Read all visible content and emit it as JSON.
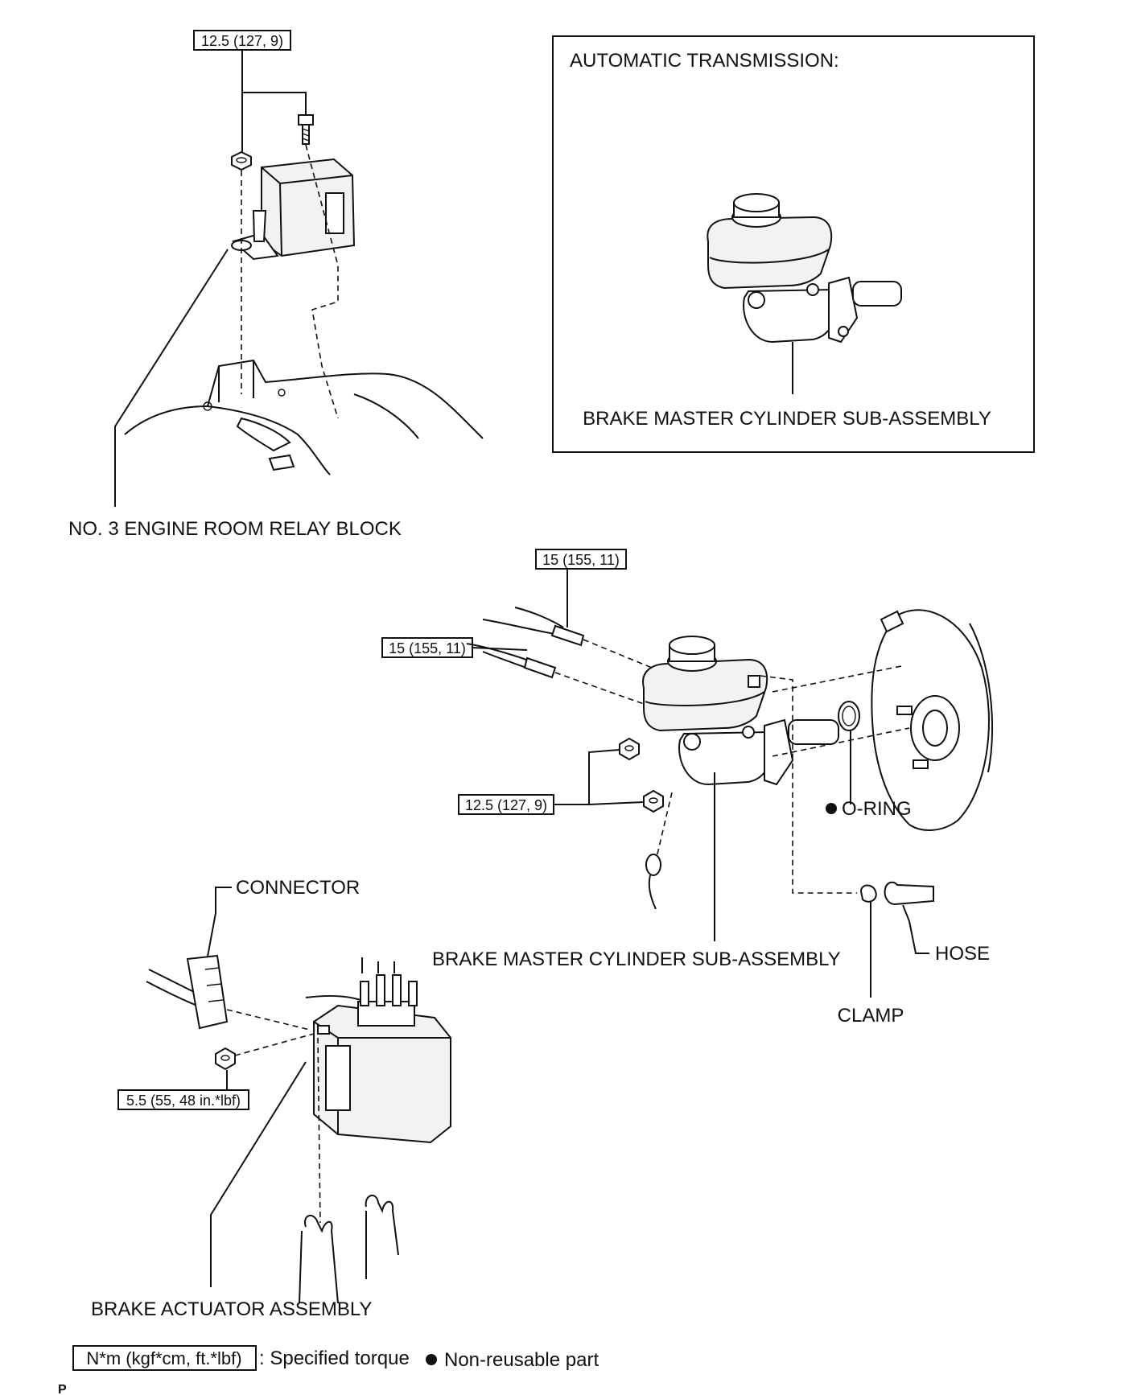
{
  "inset": {
    "title": "AUTOMATIC TRANSMISSION:",
    "part_label": "BRAKE MASTER CYLINDER SUB-ASSEMBLY"
  },
  "relay_block": {
    "label": "NO. 3 ENGINE ROOM RELAY BLOCK",
    "torque": "12.5 (127, 9)"
  },
  "master_cylinder": {
    "label": "BRAKE MASTER CYLINDER SUB-ASSEMBLY",
    "torque_nuts": "12.5 (127, 9)",
    "torque_line_upper": "15 (155, 11)",
    "torque_line_lower": "15 (155, 11)",
    "o_ring_label": "O-RING",
    "hose_label": "HOSE",
    "clamp_label": "CLAMP"
  },
  "actuator": {
    "label": "BRAKE ACTUATOR ASSEMBLY",
    "connector_label": "CONNECTOR",
    "torque": "5.5 (55, 48 in.*lbf)"
  },
  "legend": {
    "torque_unit": "N*m (kgf*cm, ft.*lbf)",
    "torque_text": ": Specified torque",
    "nonreusable_text": "Non-reusable part"
  },
  "footer_code": "P"
}
